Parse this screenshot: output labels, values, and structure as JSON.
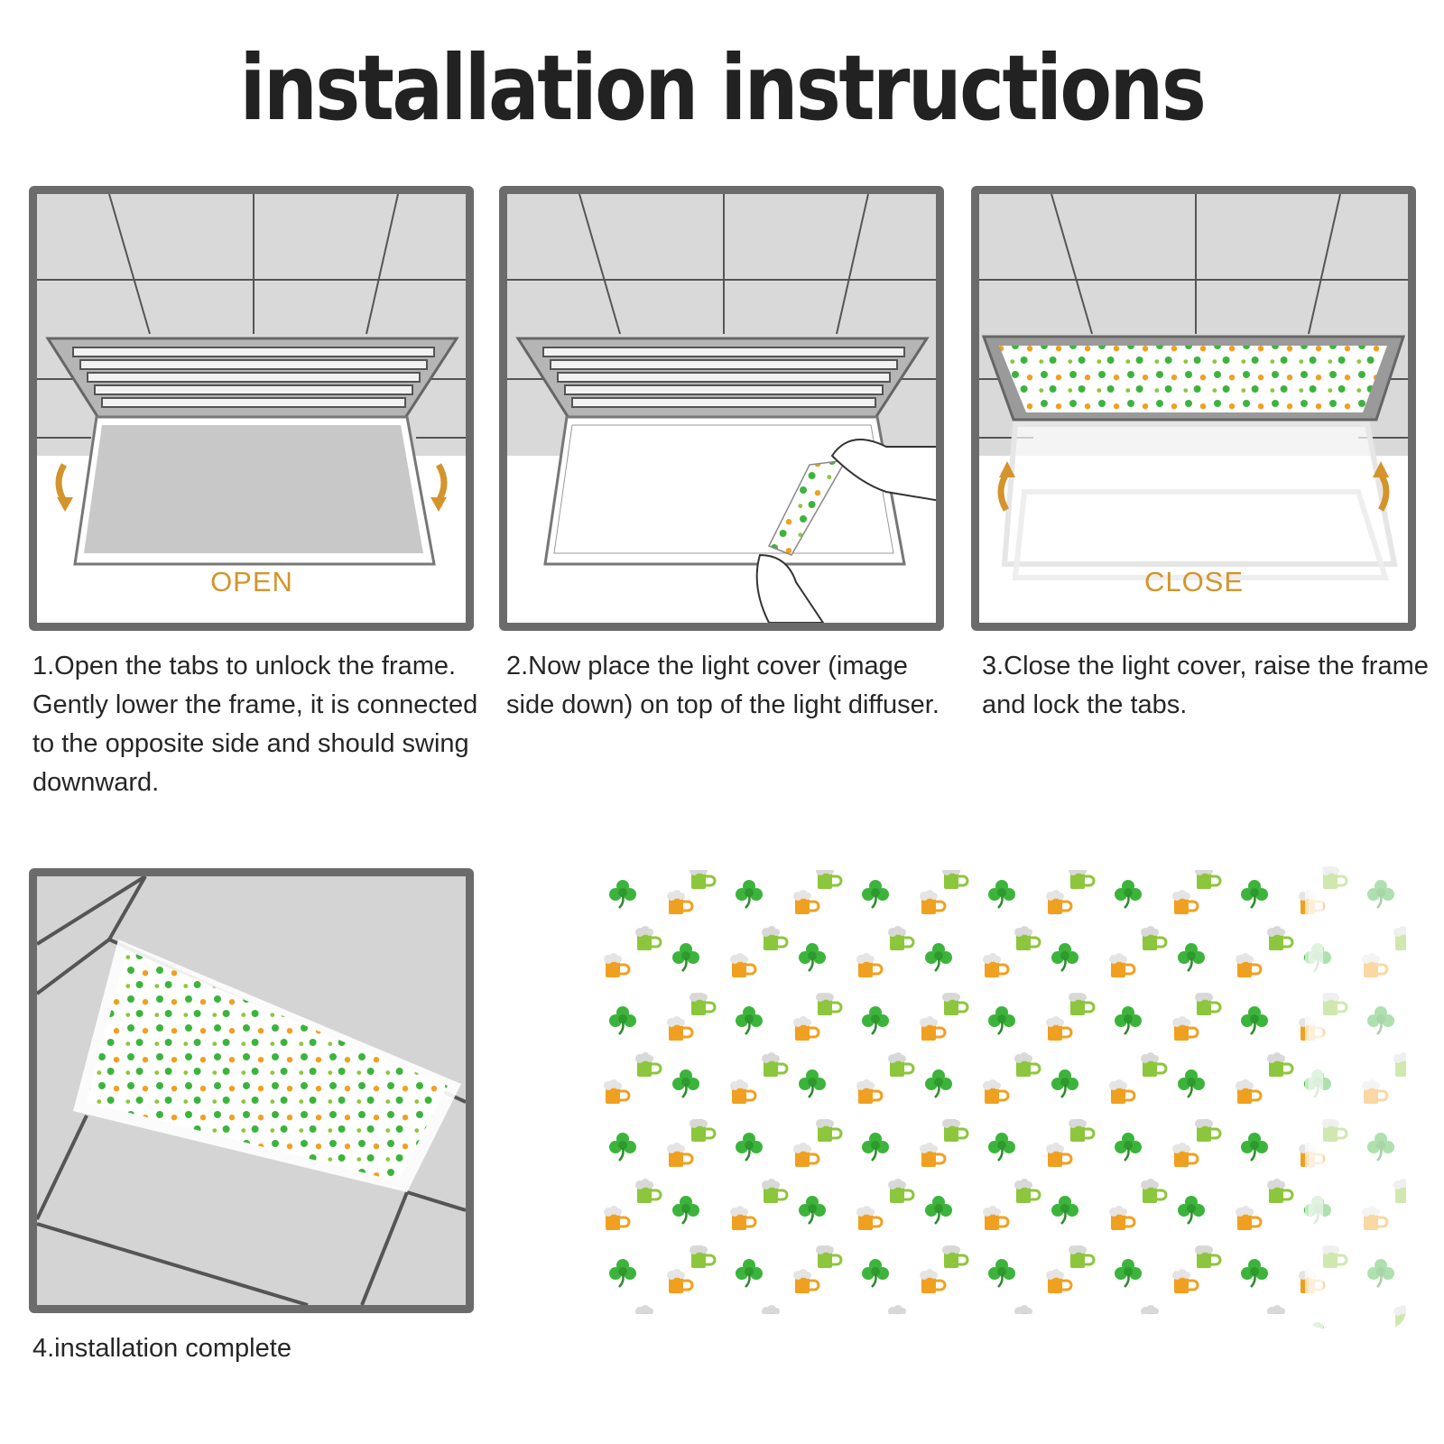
{
  "title": "installation instructions",
  "steps": [
    {
      "label": "OPEN",
      "caption": "1.Open the tabs to unlock the frame. Gently lower the frame, it is connected to the opposite side and should swing downward."
    },
    {
      "label": "",
      "caption": "2.Now place the light cover (image side down) on top of the light diffuser."
    },
    {
      "label": "CLOSE",
      "caption": "3.Close the light cover, raise the frame and lock the tabs."
    },
    {
      "label": "",
      "caption": "4.installation complete"
    }
  ],
  "colors": {
    "accent": "#d4942c",
    "panel_border": "#6b6b6b",
    "shamrock": "#3cb43c",
    "beer": "#f0a020"
  },
  "icons": [
    "swing-down-arrow-icon",
    "swing-up-arrow-icon",
    "gloved-hand-icon",
    "shamrock-icon",
    "beer-mug-icon"
  ]
}
